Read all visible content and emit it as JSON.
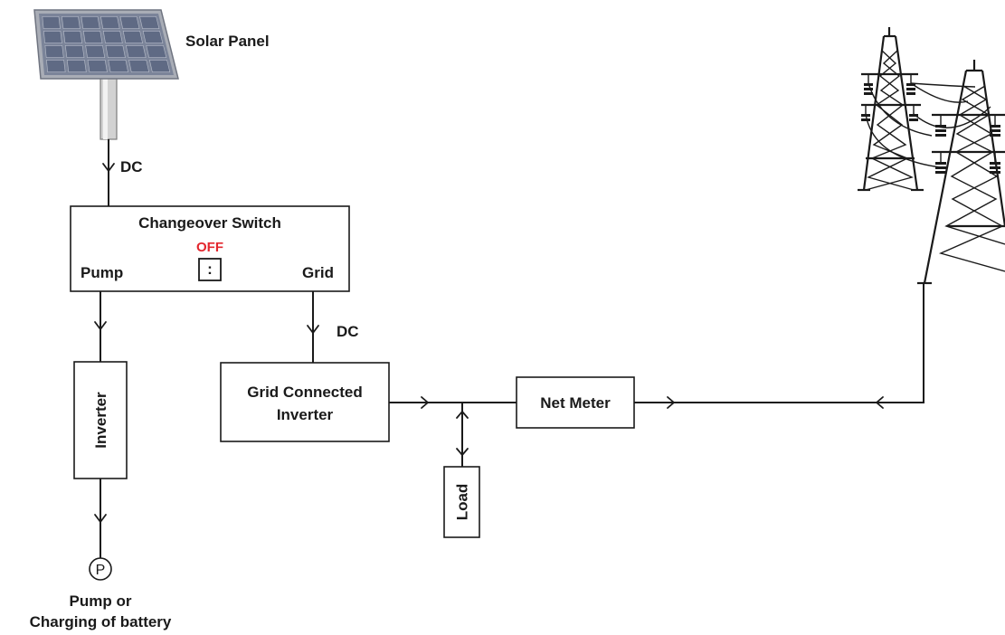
{
  "labels": {
    "solar_panel": "Solar Panel",
    "dc_top": "DC",
    "changeover_switch": "Changeover Switch",
    "switch_state": "OFF",
    "switch_symbol": ":",
    "pump": "Pump",
    "grid": "Grid",
    "dc_mid": "DC",
    "inverter": "Inverter",
    "grid_connected_line1": "Grid Connected",
    "grid_connected_line2": "Inverter",
    "net_meter": "Net Meter",
    "load": "Load",
    "pump_symbol": "P",
    "pump_caption_line1": "Pump or",
    "pump_caption_line2": "Charging of battery"
  },
  "colors": {
    "stroke": "#1a1a1a",
    "off_label": "#e3262d",
    "panel_frame": "#9ea3ad",
    "panel_cell": "#5f6a84",
    "pole": "#c8c8c8"
  },
  "icons": {
    "solar_panel": "solar-panel-icon",
    "transmission_towers": "transmission-tower-icon",
    "pump": "pump-symbol-icon"
  }
}
